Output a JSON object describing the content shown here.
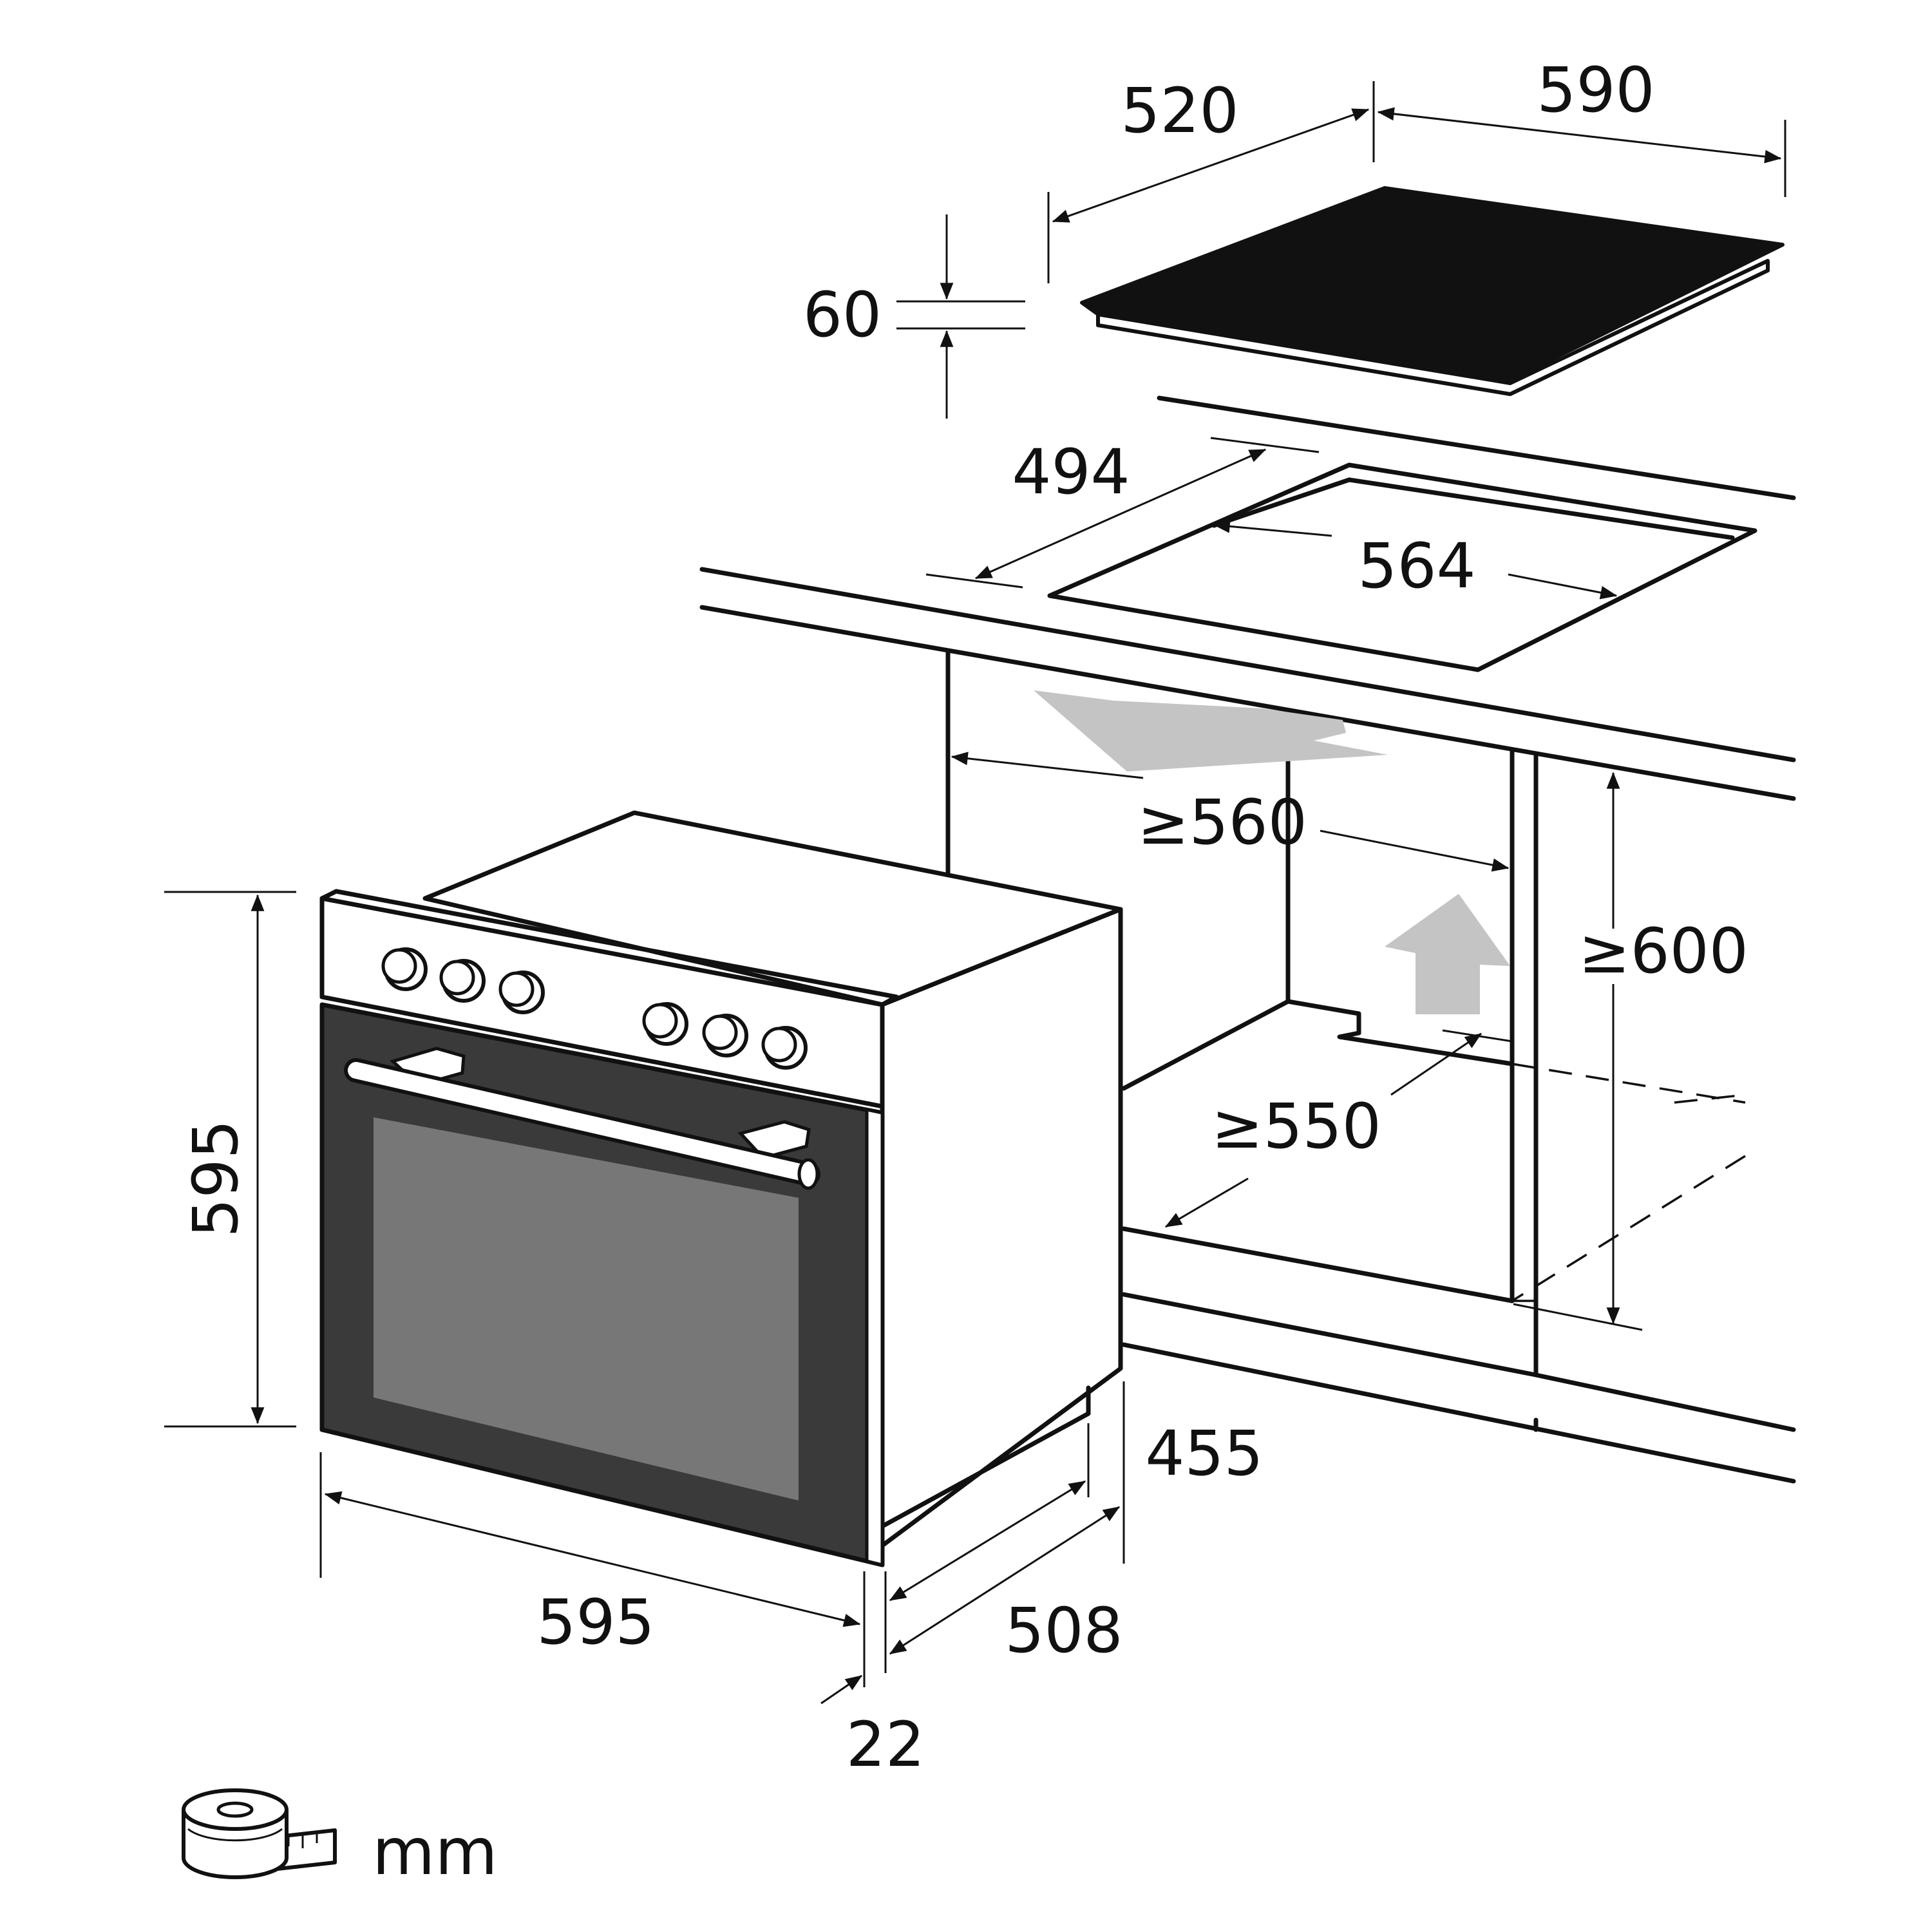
{
  "hob": {
    "depth": "520",
    "width": "590",
    "height": "60"
  },
  "cutout": {
    "depth": "494",
    "width": "564"
  },
  "niche": {
    "width": "≥560",
    "height": "≥600",
    "depth": "≥550"
  },
  "oven": {
    "height": "595",
    "width": "595",
    "body_depth": "455",
    "total_depth": "508",
    "door_thickness": "22"
  },
  "unit_label": "mm",
  "icons": {
    "unit": "tape-measure-icon"
  },
  "colors": {
    "glass_top": "#111111",
    "oven_window": "#777777",
    "door_frame": "#3a3a3a",
    "airflow_arrow": "#c4c4c4"
  }
}
